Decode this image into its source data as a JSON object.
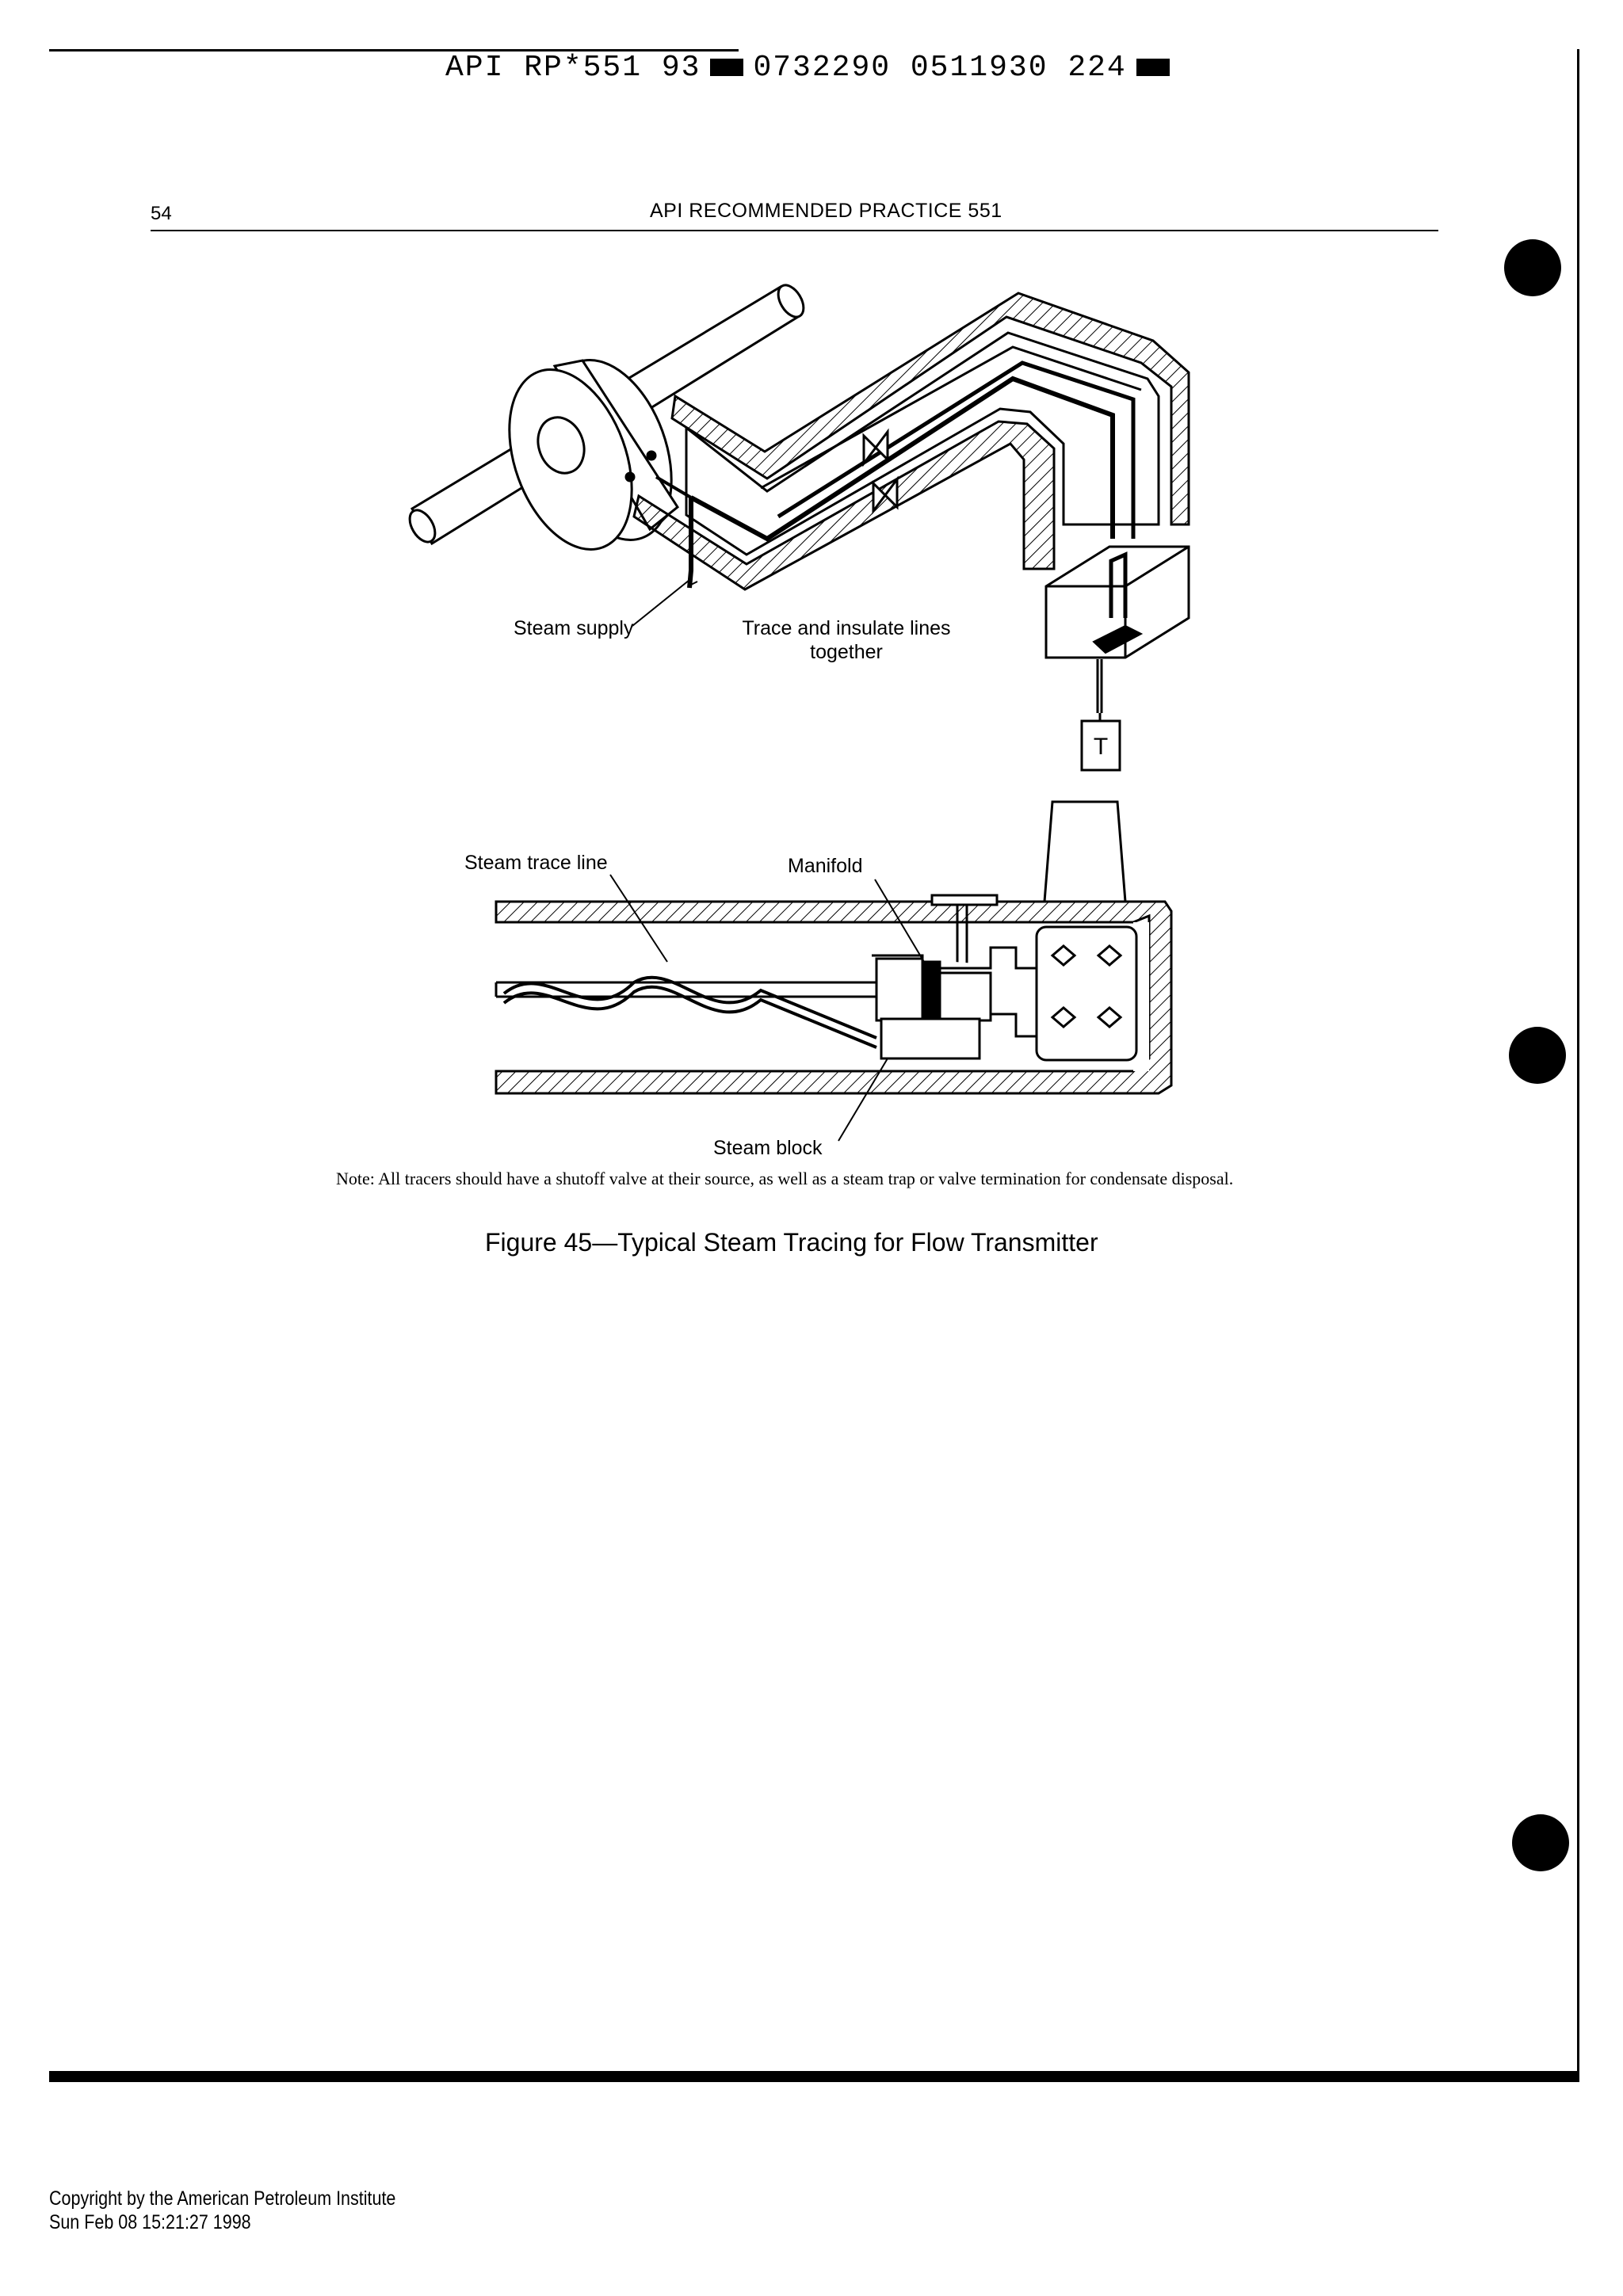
{
  "header": {
    "doc_code": "API RP*551 93",
    "doc_numbers": "0732290 0511930 224",
    "page_number": "54",
    "running_head": "API RECOMMENDED PRACTICE 551"
  },
  "figure": {
    "callouts": {
      "steam_supply": "Steam supply",
      "trace_insulate_line1": "Trace and insulate lines",
      "trace_insulate_line2": "together",
      "transmitter_symbol": "T",
      "steam_trace_line": "Steam trace line",
      "manifold": "Manifold",
      "steam_block": "Steam block"
    },
    "note": "Note: All tracers should have a shutoff valve at their source, as well as a steam trap or valve termination for condensate disposal.",
    "caption": "Figure 45—Typical Steam Tracing for Flow Transmitter"
  },
  "footer": {
    "copyright_line1": "Copyright by the American Petroleum Institute",
    "copyright_line2": "Sun Feb 08 15:21:27 1998"
  }
}
